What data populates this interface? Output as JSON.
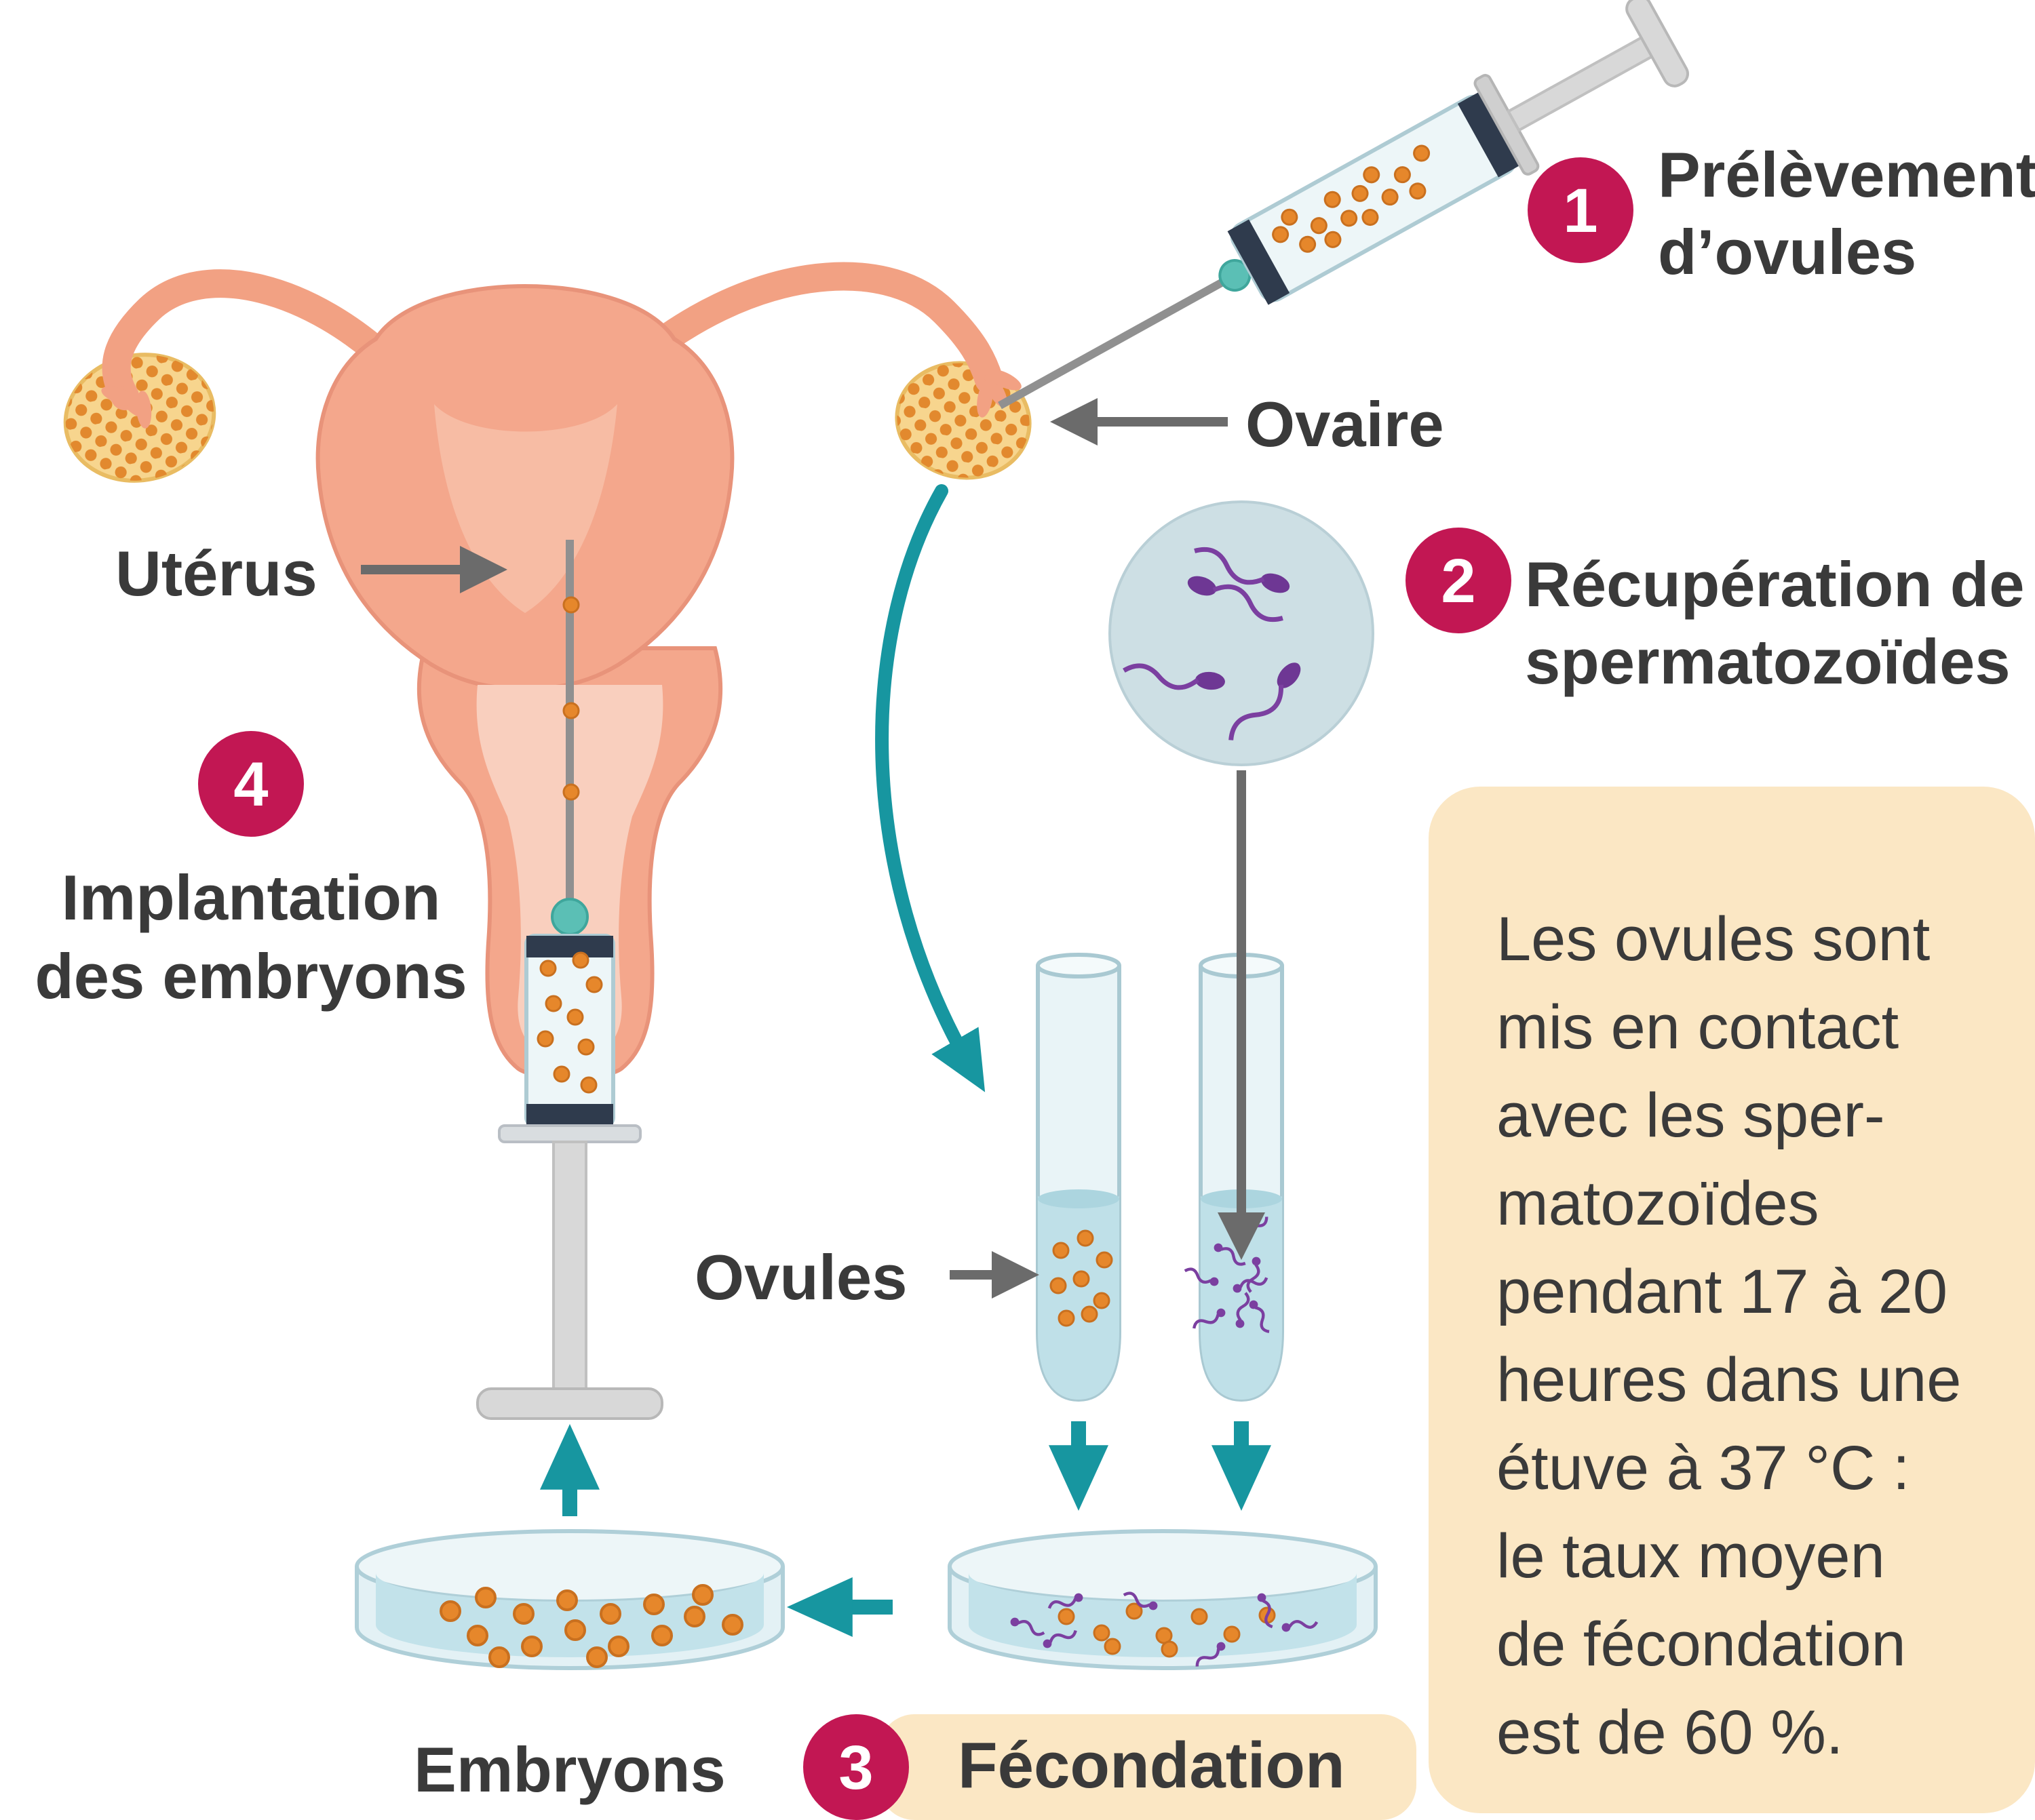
{
  "steps": [
    {
      "number": "1",
      "label": "Prélèvement\nd’ovules"
    },
    {
      "number": "2",
      "label": "Récupération de\nspermatozoïdes"
    },
    {
      "number": "3",
      "label": "Fécondation"
    },
    {
      "number": "4",
      "label": "Implantation\ndes embryons"
    }
  ],
  "labels": {
    "uterus": "Utérus",
    "ovary": "Ovaire",
    "ovules": "Ovules",
    "embryos": "Embryons"
  },
  "info_box": {
    "text": "Les ovules sont\nmis en contact\navec les sper-\nmatozoïdes\npendant 17 à 20\nheures dans une\nétuve à 37 °C :\nle taux moyen\nde fécondation\nest de 60 %."
  },
  "icons": {
    "step1": "egg-collection-syringe-icon",
    "step2": "sperm-sample-circle-icon",
    "step3": "petri-dish-fertilization-icon",
    "step4": "implantation-syringe-icon",
    "anatomy": "uterus-ovaries-icon",
    "tubes": "test-tube-icon"
  },
  "colors": {
    "badge": "#C21753",
    "arrow_teal": "#1796A0",
    "arrow_gray": "#6B6B6B",
    "info_background": "#FBE7C4",
    "ovule_orange": "#E6872B",
    "sperm_purple": "#7B3FA0",
    "uterus_pink": "#F4A78C",
    "ovary_yellow": "#F7D58E",
    "text": "#3A3A3A"
  }
}
